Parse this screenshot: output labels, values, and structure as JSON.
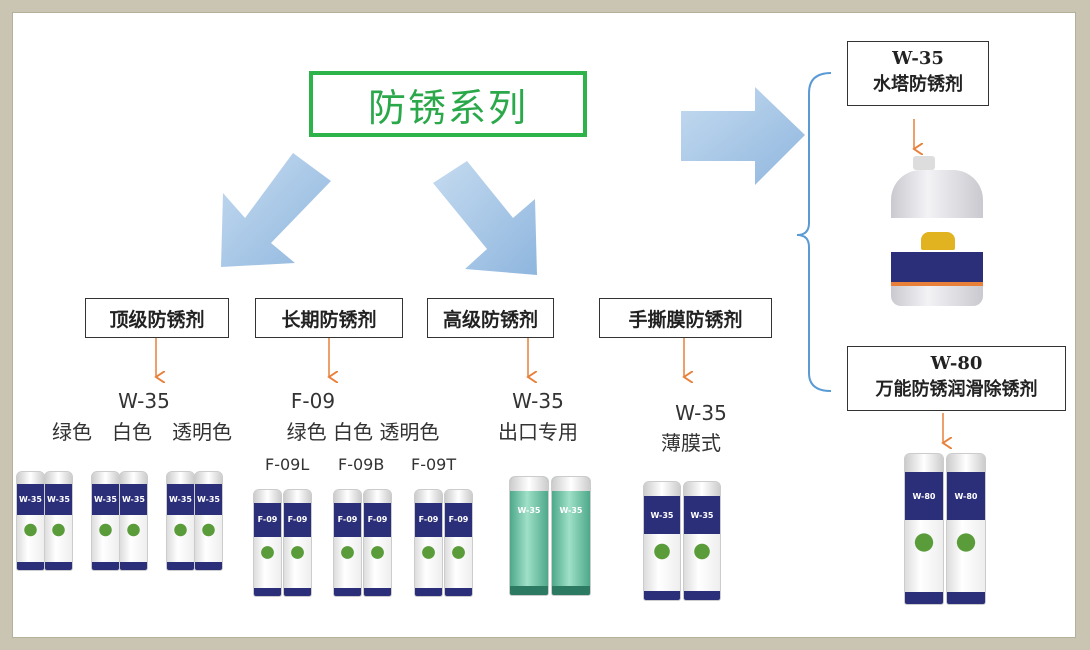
{
  "title": "防锈系列",
  "categories": [
    {
      "label": "顶级防锈剂",
      "model": "W-35",
      "variants": "绿色　白色　透明色"
    },
    {
      "label": "长期防锈剂",
      "model": "F-09",
      "variants": "绿色 白色 透明色",
      "codes": [
        "F-09L",
        "F-09B",
        "F-09T"
      ]
    },
    {
      "label": "高级防锈剂",
      "model": "W-35",
      "variants": "出口专用"
    },
    {
      "label": "手撕膜防锈剂",
      "model": "W-35",
      "variants": "薄膜式"
    }
  ],
  "right": [
    {
      "model": "W-35",
      "label": "水塔防锈剂"
    },
    {
      "model": "W-80",
      "label": "万能防锈润滑除锈剂"
    }
  ],
  "cans": [
    {
      "text": "W-35",
      "style": "white",
      "count": 6
    },
    {
      "text": "F-09",
      "style": "white",
      "count": 6
    },
    {
      "text": "W-35",
      "style": "green",
      "count": 2
    },
    {
      "text": "W-35",
      "style": "white",
      "count": 2
    },
    {
      "text": "W-80",
      "style": "white",
      "count": 2
    }
  ],
  "colors": {
    "green": "#2db34a",
    "blue_arrow": "#a9c8e8",
    "orange": "#e8803a",
    "navy": "#2b2f7a"
  }
}
